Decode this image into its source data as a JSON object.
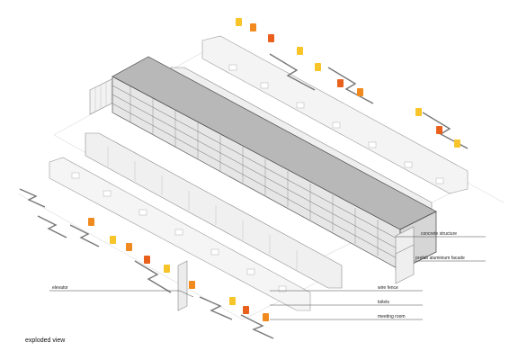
{
  "labels": {
    "concrete_structure": "concrete structure",
    "prefab_facade": "prefab aluminium facade",
    "elevator": "elevator",
    "wire_fence": "wire fence",
    "toilets": "toilets",
    "meeting_room": "meeting room"
  },
  "caption": "exploded view",
  "colors": {
    "orange": "#f08a1e",
    "yellow": "#f7c42a",
    "red_orange": "#e8601c",
    "panel_fill": "#f4f4f4",
    "panel_stroke": "#9a9a9a",
    "floor_plate": "#bdbdbd",
    "structure_line": "#555555"
  }
}
